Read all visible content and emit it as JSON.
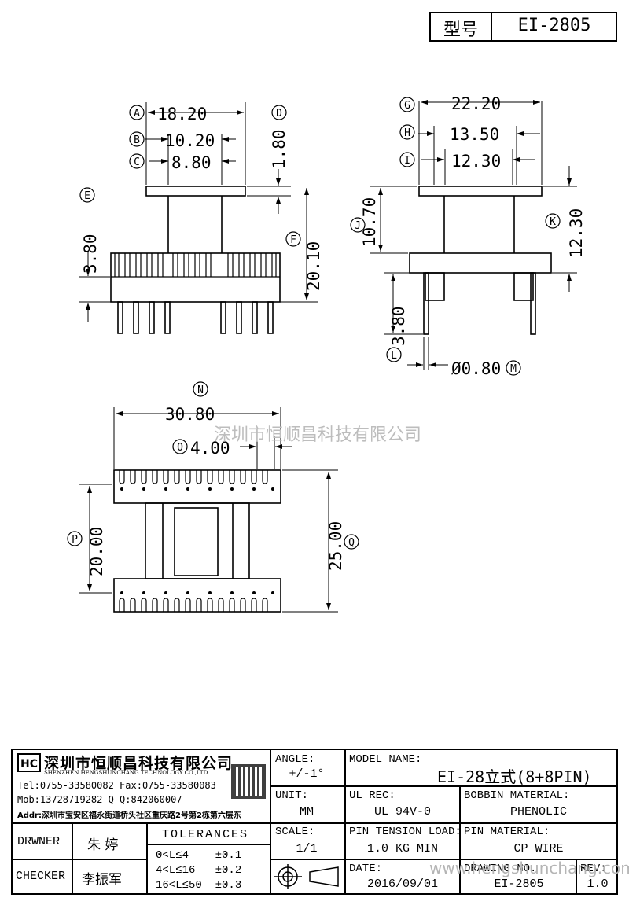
{
  "header": {
    "type_label": "型号",
    "type_value": "EI-2805"
  },
  "watermark": {
    "text1": "深圳市恒顺昌科技有限公司",
    "text2": "www.hengshunchang.com"
  },
  "dims": {
    "A": "A",
    "a_val": "18.20",
    "B": "B",
    "b_val": "10.20",
    "C": "C",
    "c_val": "8.80",
    "D": "D",
    "d_val": "1.80",
    "E": "E",
    "e_val": "3.80",
    "F": "F",
    "f_val": "20.10",
    "G": "G",
    "g_val": "22.20",
    "H": "H",
    "h_val": "13.50",
    "I": "I",
    "i_val": "12.30",
    "J": "J",
    "j_val": "10.70",
    "K": "K",
    "k_val": "12.30",
    "L": "L",
    "l_val": "3.80",
    "M": "M",
    "m_val": "Ø0.80",
    "N": "N",
    "n_val": "30.80",
    "O": "O",
    "o_val": "4.00",
    "P": "P",
    "p_val": "20.00",
    "Q": "Q",
    "q_val": "25.00"
  },
  "titleblock": {
    "company_name": "深圳市恒顺昌科技有限公司",
    "company_en": "SHENZHEN HENGSHUNCHANG TECHNOLOGY CO.,LTD",
    "tel": "Tel:0755-33580082 Fax:0755-33580083",
    "mob": "Mob:13728719282     Q  Q:842060007",
    "addr": "Addr:深圳市宝安区福永街道桥头社区重庆路2号第2栋第六层东",
    "drwner_label": "DRWNER",
    "drwner_value": "朱 婷",
    "checker_label": "CHECKER",
    "checker_value": "李振军",
    "tolerances_title": "TOLERANCES",
    "tol1": "0<L≤4    ±0.1",
    "tol2": "4<L≤16   ±0.2",
    "tol3": "16<L≤50  ±0.3",
    "angle_label": "ANGLE:",
    "angle_value": "+/-1°",
    "unit_label": "UNIT:",
    "unit_value": "MM",
    "scale_label": "SCALE:",
    "scale_value": "1/1",
    "model_label": "MODEL NAME:",
    "model_value": "EI-28立式(8+8PIN)",
    "ul_label": "UL REC:",
    "ul_value": "UL 94V-0",
    "bobbin_label": "BOBBIN MATERIAL:",
    "bobbin_value": "PHENOLIC",
    "tension_label": "PIN TENSION LOAD:",
    "tension_value": "1.0 KG MIN",
    "pinmat_label": "PIN MATERIAL:",
    "pinmat_value": "CP WIRE",
    "date_label": "DATE:",
    "date_value": "2016/09/01",
    "drawno_label": "DRAWING NO.",
    "drawno_value": "EI-2805",
    "rev_label": "REV:",
    "rev_value": "1.0"
  }
}
